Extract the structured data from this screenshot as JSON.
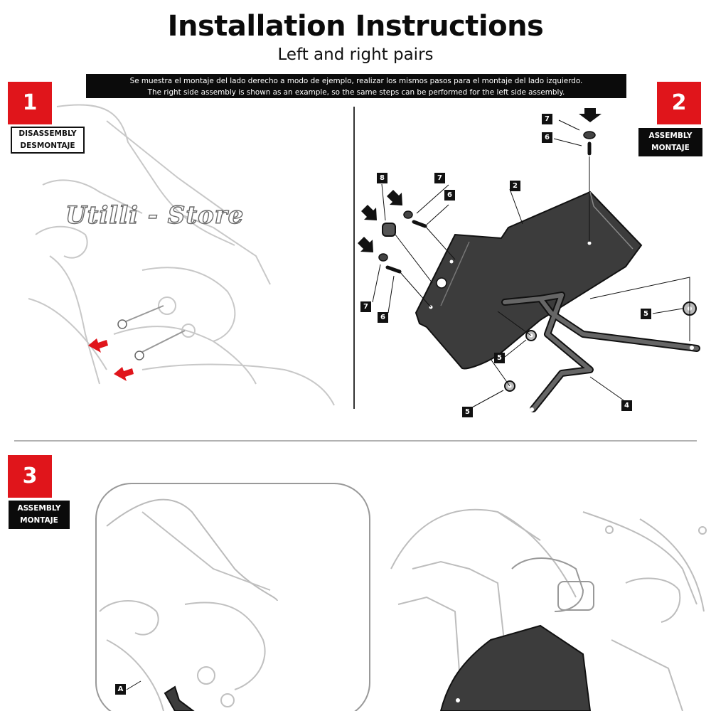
{
  "header": {
    "title": "Installation Instructions",
    "subtitle": "Left and right pairs",
    "note_es": "Se muestra el montaje del lado derecho a modo de ejemplo, realizar los mismos pasos para el montaje del lado izquierdo.",
    "note_en": "The right side assembly is shown as an example, so the same steps can be performed for the left side assembly."
  },
  "steps": [
    {
      "number": "1",
      "label_en": "DISASSEMBLY",
      "label_es": "DESMONTAJE"
    },
    {
      "number": "2",
      "label_en": "ASSEMBLY",
      "label_es": "MONTAJE"
    },
    {
      "number": "3",
      "label_en": "ASSEMBLY",
      "label_es": "MONTAJE"
    }
  ],
  "watermark": "Utilli - Store",
  "callouts": {
    "c7a": "7",
    "c6a": "6",
    "c8": "8",
    "c7b": "7",
    "c6b": "6",
    "c2": "2",
    "c7c": "7",
    "c6c": "6",
    "c5a": "5",
    "c5b": "5",
    "c5c": "5",
    "c4": "4",
    "cA": "A"
  },
  "colors": {
    "accent": "#e0151b",
    "dark": "#0b0b0b",
    "part": "#3c3c3c"
  }
}
